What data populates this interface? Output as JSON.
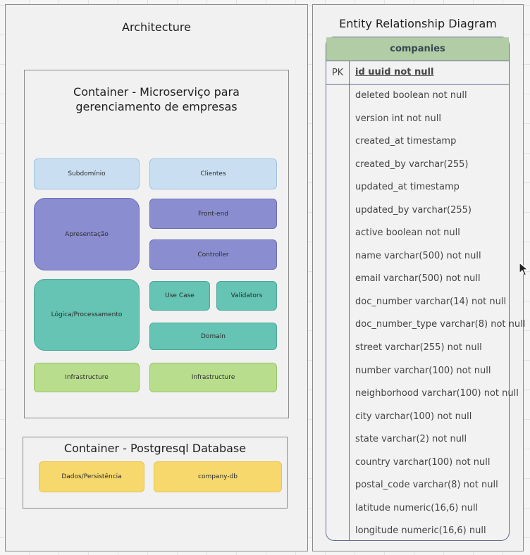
{
  "architecture": {
    "title": "Architecture",
    "microservice_container": {
      "title": "Container - Microserviço para gerenciamento de empresas",
      "subdominio": "Subdomínio",
      "clientes": "Clientes",
      "apresentacao": "Apresentação",
      "frontend": "Front-end",
      "controller": "Controller",
      "logica": "Lógica/Processamento",
      "use_case": "Use Case",
      "validators": "Validators",
      "domain": "Domain",
      "infrastructure_left": "Infrastructure",
      "infrastructure_right": "Infrastructure"
    },
    "database_container": {
      "title": "Container - Postgresql Database",
      "dados": "Dados/Persistência",
      "company_db": "company-db"
    }
  },
  "erd": {
    "title": "Entity Relationship Diagram",
    "table_name": "companies",
    "pk_label": "PK",
    "pk_field": "id uuid not null",
    "fields": [
      "deleted boolean not null",
      "version int not null",
      "created_at timestamp",
      "created_by varchar(255)",
      "updated_at timestamp",
      "updated_by varchar(255)",
      "active boolean not null",
      "name varchar(500) not null",
      "email varchar(500) not null",
      "doc_number varchar(14) not null",
      "doc_number_type varchar(8) not null",
      "street varchar(255) not null",
      "number varchar(100) not null",
      "neighborhood varchar(100) not null",
      "city varchar(100) not null",
      "state varchar(2) not null",
      "country varchar(100) not null",
      "postal_code varchar(8) not null",
      "latitude numeric(16,6) null",
      "longitude numeric(16,6) null"
    ]
  },
  "colors": {
    "blue": "#c9dff1",
    "purple": "#8a8ed1",
    "teal": "#65c4b3",
    "green": "#b8de8d",
    "yellow": "#f6d86d",
    "table_header": "#b2cca6"
  },
  "icons": [
    "mouse-pointer-icon"
  ]
}
